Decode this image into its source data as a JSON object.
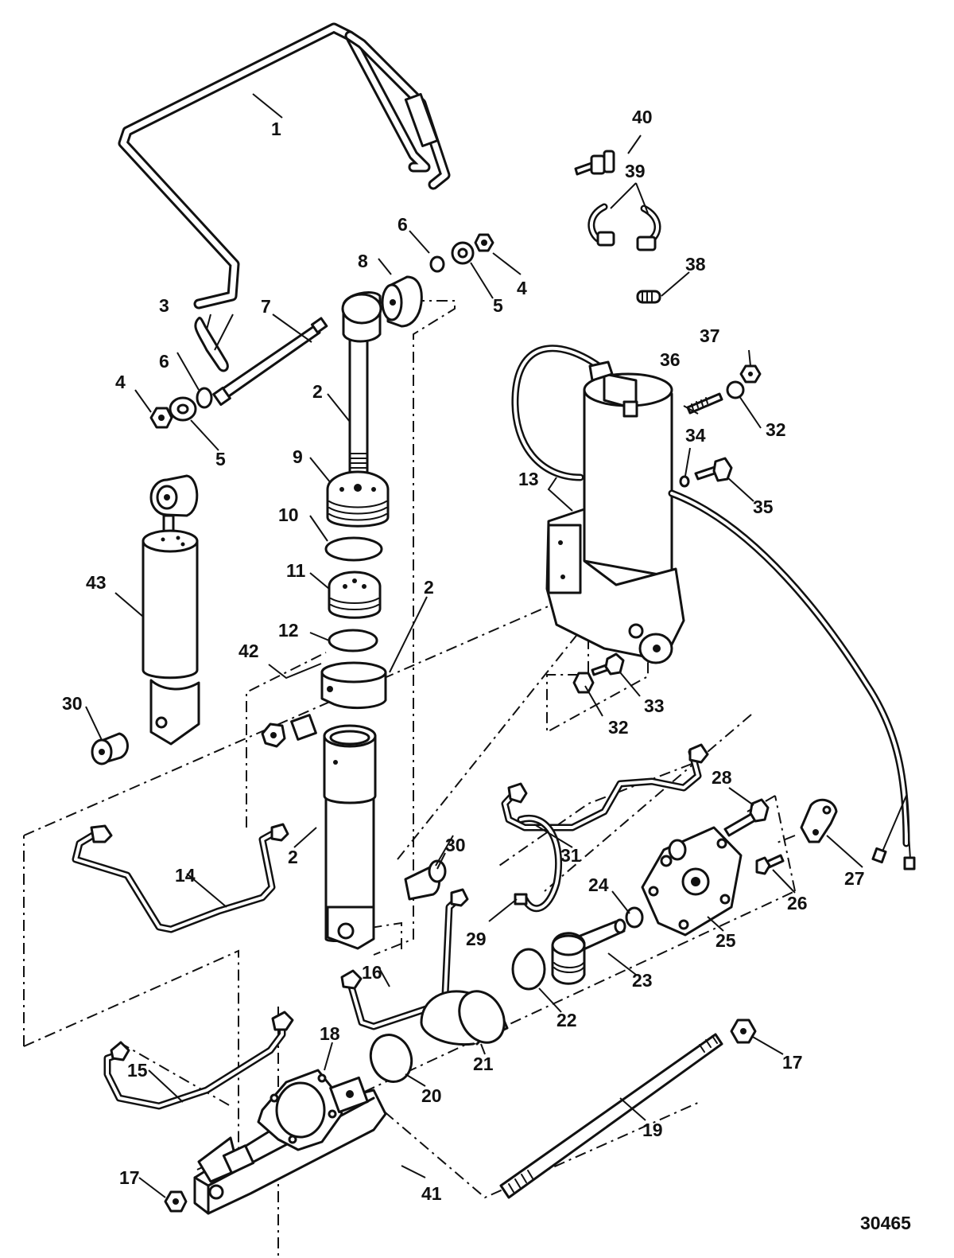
{
  "diagram": {
    "figure_number": "30465",
    "callouts": [
      {
        "id": "c1",
        "text": "1"
      },
      {
        "id": "c2a",
        "text": "2"
      },
      {
        "id": "c2b",
        "text": "2"
      },
      {
        "id": "c2c",
        "text": "2"
      },
      {
        "id": "c3",
        "text": "3"
      },
      {
        "id": "c4a",
        "text": "4"
      },
      {
        "id": "c4b",
        "text": "4"
      },
      {
        "id": "c5a",
        "text": "5"
      },
      {
        "id": "c5b",
        "text": "5"
      },
      {
        "id": "c6a",
        "text": "6"
      },
      {
        "id": "c6b",
        "text": "6"
      },
      {
        "id": "c7",
        "text": "7"
      },
      {
        "id": "c8",
        "text": "8"
      },
      {
        "id": "c9",
        "text": "9"
      },
      {
        "id": "c10",
        "text": "10"
      },
      {
        "id": "c11",
        "text": "11"
      },
      {
        "id": "c12",
        "text": "12"
      },
      {
        "id": "c13",
        "text": "13"
      },
      {
        "id": "c14",
        "text": "14"
      },
      {
        "id": "c15",
        "text": "15"
      },
      {
        "id": "c16",
        "text": "16"
      },
      {
        "id": "c17a",
        "text": "17"
      },
      {
        "id": "c17b",
        "text": "17"
      },
      {
        "id": "c18",
        "text": "18"
      },
      {
        "id": "c19",
        "text": "19"
      },
      {
        "id": "c20",
        "text": "20"
      },
      {
        "id": "c21",
        "text": "21"
      },
      {
        "id": "c22",
        "text": "22"
      },
      {
        "id": "c23",
        "text": "23"
      },
      {
        "id": "c24",
        "text": "24"
      },
      {
        "id": "c25",
        "text": "25"
      },
      {
        "id": "c26",
        "text": "26"
      },
      {
        "id": "c27",
        "text": "27"
      },
      {
        "id": "c28",
        "text": "28"
      },
      {
        "id": "c29",
        "text": "29"
      },
      {
        "id": "c30a",
        "text": "30"
      },
      {
        "id": "c30b",
        "text": "30"
      },
      {
        "id": "c31",
        "text": "31"
      },
      {
        "id": "c32a",
        "text": "32"
      },
      {
        "id": "c32b",
        "text": "32"
      },
      {
        "id": "c33",
        "text": "33"
      },
      {
        "id": "c34",
        "text": "34"
      },
      {
        "id": "c35",
        "text": "35"
      },
      {
        "id": "c36",
        "text": "36"
      },
      {
        "id": "c37",
        "text": "37"
      },
      {
        "id": "c38",
        "text": "38"
      },
      {
        "id": "c39",
        "text": "39"
      },
      {
        "id": "c40",
        "text": "40"
      },
      {
        "id": "c41",
        "text": "41"
      },
      {
        "id": "c42",
        "text": "42"
      },
      {
        "id": "c43",
        "text": "43"
      }
    ]
  }
}
